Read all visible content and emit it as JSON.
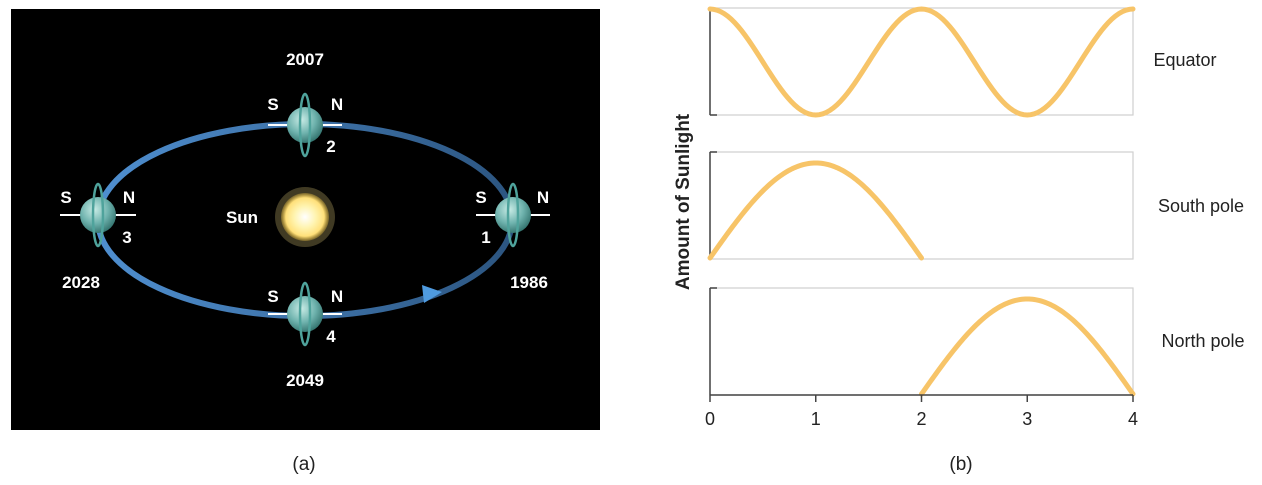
{
  "panel_a": {
    "caption": "(a)",
    "sun_label": "Sun",
    "positions": [
      {
        "number": "1",
        "year": "1986",
        "south": "S",
        "north": "N"
      },
      {
        "number": "2",
        "year": "2007",
        "south": "S",
        "north": "N"
      },
      {
        "number": "3",
        "year": "2028",
        "south": "S",
        "north": "N"
      },
      {
        "number": "4",
        "year": "2049",
        "south": "S",
        "north": "N"
      }
    ]
  },
  "panel_b": {
    "caption": "(b)",
    "ylabel": "Amount of Sunlight",
    "x_ticks": [
      "0",
      "1",
      "2",
      "3",
      "4"
    ],
    "rows": [
      {
        "label": "Equator"
      },
      {
        "label": "South pole"
      },
      {
        "label": "North pole"
      }
    ]
  },
  "colors": {
    "background": "#000000",
    "orbit": "#3b7ab3",
    "planet": "#6fb3ae",
    "sun": "#ffe98a",
    "curve": "#f7c468"
  }
}
